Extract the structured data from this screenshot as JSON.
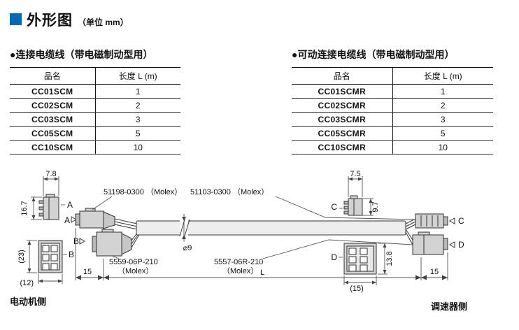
{
  "page": {
    "title": "外形图",
    "unit": "（单位 mm）"
  },
  "tables": [
    {
      "heading": "●连接电缆线（带电磁制动型用）",
      "columns": [
        "品名",
        "长度 L (m)"
      ],
      "rows": [
        [
          "CC01SCM",
          "1"
        ],
        [
          "CC02SCM",
          "2"
        ],
        [
          "CC03SCM",
          "3"
        ],
        [
          "CC05SCM",
          "5"
        ],
        [
          "CC10SCM",
          "10"
        ]
      ]
    },
    {
      "heading": "●可动连接电缆线（带电磁制动型用）",
      "columns": [
        "品名",
        "长度 L (m)"
      ],
      "rows": [
        [
          "CC01SCMR",
          "1"
        ],
        [
          "CC02SCMR",
          "2"
        ],
        [
          "CC03SCMR",
          "3"
        ],
        [
          "CC05SCMR",
          "5"
        ],
        [
          "CC10SCMR",
          "10"
        ]
      ]
    }
  ],
  "diagram": {
    "connectors": {
      "a": "A",
      "b": "B",
      "c": "C",
      "d": "D"
    },
    "parts": {
      "a": "51198-0300 （Molex）",
      "c": "51103-0300 （Molex）",
      "b1": "5559-06P-210",
      "b2": "（Molex）",
      "d1": "5557-06R-210",
      "d2": "（Molex）"
    },
    "dims": {
      "d78": "7.8",
      "d167": "16.7",
      "d23": "(23)",
      "d12": "(12)",
      "d75": "7.5",
      "d97": "9.7",
      "d138": "13.8",
      "d15p": "(15)",
      "d15l": "15",
      "dL": "L",
      "d15r": "15",
      "dphi": "⌀9"
    },
    "sides": {
      "motor": "电动机侧",
      "controller": "调速器侧"
    }
  },
  "colors": {
    "accent_blue": "#0068b7"
  }
}
